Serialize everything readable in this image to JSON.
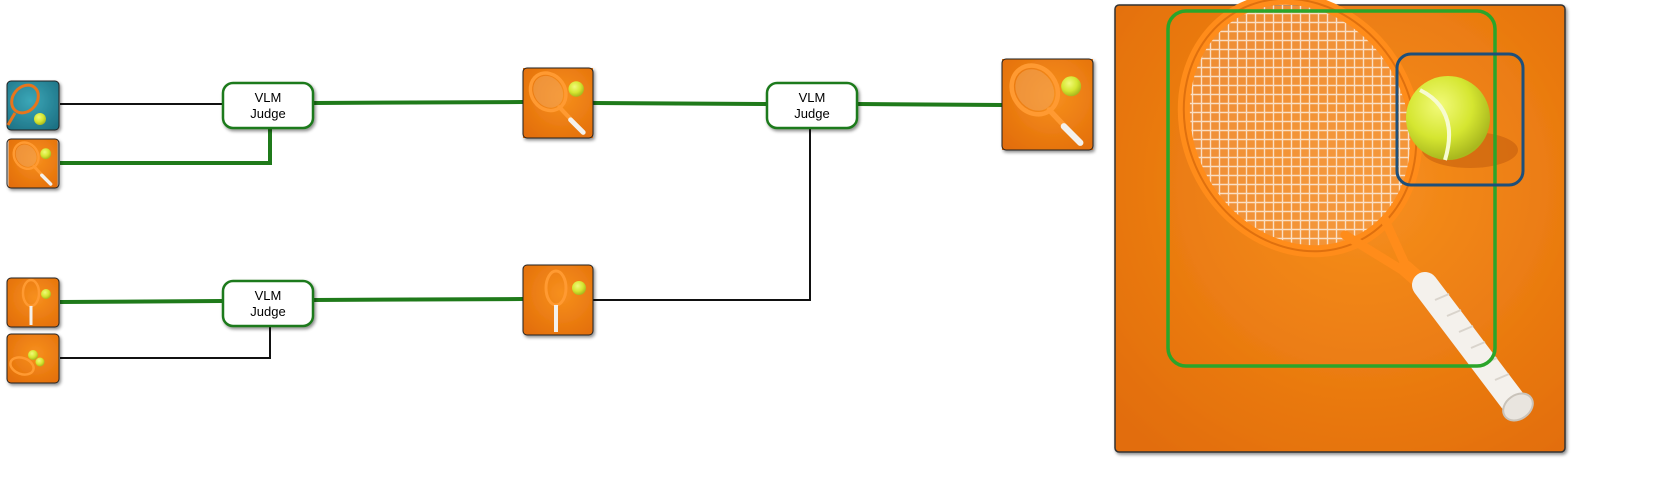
{
  "colors": {
    "winner_line": "#1f7a1a",
    "loser_line": "#111111",
    "judge_border": "#1f7a1a",
    "orange_bg": "#f07d10",
    "racket": "#f58a1a",
    "ball": "#d8e83a",
    "grip": "#f4f1ec",
    "box_racket": "#2aa52a",
    "box_ball": "#1d4f7a",
    "teal_bg": "#2a8ca0"
  },
  "judges": [
    {
      "line1": "VLM",
      "line2": "Judge"
    },
    {
      "line1": "VLM",
      "line2": "Judge"
    },
    {
      "line1": "VLM",
      "line2": "Judge"
    }
  ],
  "images": {
    "candidate_1": "racket-ball-teal-background",
    "candidate_2": "racket-ball-orange-background",
    "candidate_3": "racket-ball-orange-background",
    "candidate_4": "racket-ball-orange-background",
    "semifinal_winner_1": "racket-ball-orange-background",
    "semifinal_winner_2": "racket-ball-orange-background",
    "final_winner": "racket-ball-orange-background",
    "final_large": "racket-ball-orange-background-with-boxes"
  },
  "annotations": {
    "racket_box": "green-bounding-box",
    "ball_box": "blue-bounding-box"
  }
}
